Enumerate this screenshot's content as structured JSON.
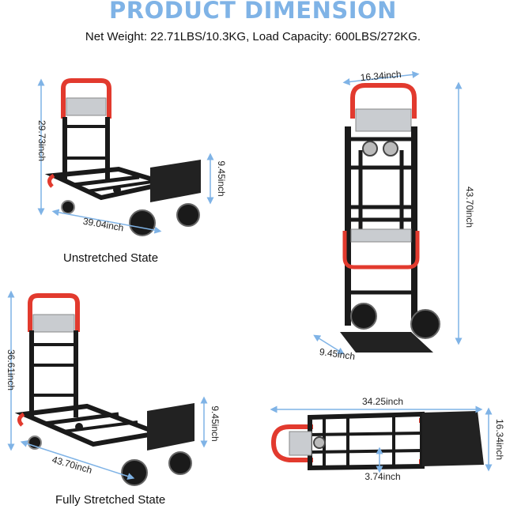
{
  "header": {
    "title": "PRODUCT DIMENSION",
    "subtitle": "Net Weight: 22.71LBS/10.3KG, Load Capacity: 600LBS/272KG."
  },
  "views": {
    "unstretched": {
      "label": "Unstretched State",
      "height": "29.73inch",
      "length": "39.04inch",
      "plate": "9.45inch"
    },
    "upright": {
      "width": "16.34inch",
      "height": "43.70inch",
      "plate": "9.45inch"
    },
    "stretched": {
      "label": "Fully Stretched State",
      "height": "36.61inch",
      "length": "43.70inch",
      "plate": "9.45inch"
    },
    "folded": {
      "length": "34.25inch",
      "width": "16.34inch",
      "thickness": "3.74inch"
    }
  },
  "colors": {
    "title": "#7fb3e6",
    "dimension_line": "#7fb3e6",
    "handle": "#e23a2e",
    "frame": "#1a1a1a",
    "plate": "#222222",
    "aluminum": "#c9ccd0"
  }
}
